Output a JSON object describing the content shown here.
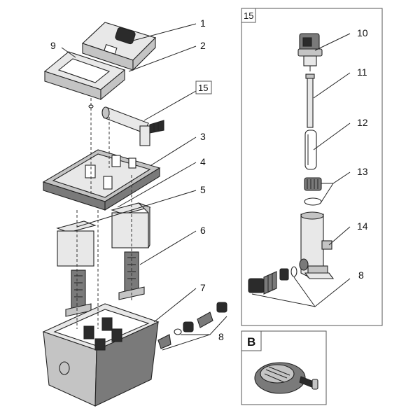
{
  "callouts": {
    "n1": "1",
    "n2": "2",
    "n3": "3",
    "n4": "4",
    "n5": "5",
    "n6": "6",
    "n7": "7",
    "n8_left": "8",
    "n9": "9",
    "n15_box": "15",
    "n10": "10",
    "n11": "11",
    "n12": "12",
    "n13": "13",
    "n14": "14",
    "n8_right": "8"
  },
  "panels": {
    "uv_header": "15",
    "pump_header": "B"
  }
}
